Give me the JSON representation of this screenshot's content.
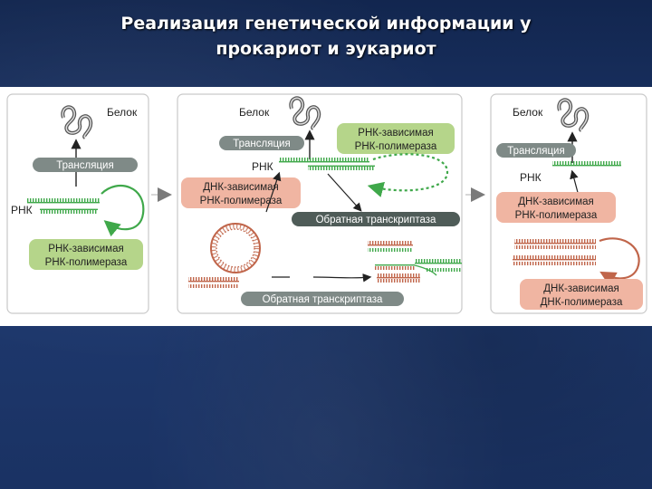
{
  "slide": {
    "title_line1": "Реализация генетической информации у",
    "title_line2": "прокариот и эукариот"
  },
  "panel1": {
    "protein": "Белок",
    "translation": "Трансляция",
    "rna": "РНК",
    "enzyme_line1": "РНК-зависимая",
    "enzyme_line2": "РНК-полимераза"
  },
  "panel2": {
    "protein": "Белок",
    "translation": "Трансляция",
    "rna": "РНК",
    "rdrp_line1": "РНК-зависимая",
    "rdrp_line2": "РНК-полимераза",
    "ddrp_line1": "ДНК-зависимая",
    "ddrp_line2": "РНК-полимераза",
    "rt_1": "Обратная транскриптаза",
    "rt_2": "Обратная транскриптаза"
  },
  "panel3": {
    "protein": "Белок",
    "translation": "Трансляция",
    "rna": "РНК",
    "ddrp_line1": "ДНК-зависимая",
    "ddrp_line2": "РНК-полимераза",
    "ddp_line1": "ДНК-зависимая",
    "ddp_line2": "ДНК-полимераза"
  },
  "colors": {
    "green_label": "#b5d58a",
    "red_label": "#f0b5a2",
    "gray_label": "#7f8a87",
    "dark_label": "#4f5c58",
    "green_strand": "#3fa84a",
    "red_strand": "#c0654a"
  }
}
